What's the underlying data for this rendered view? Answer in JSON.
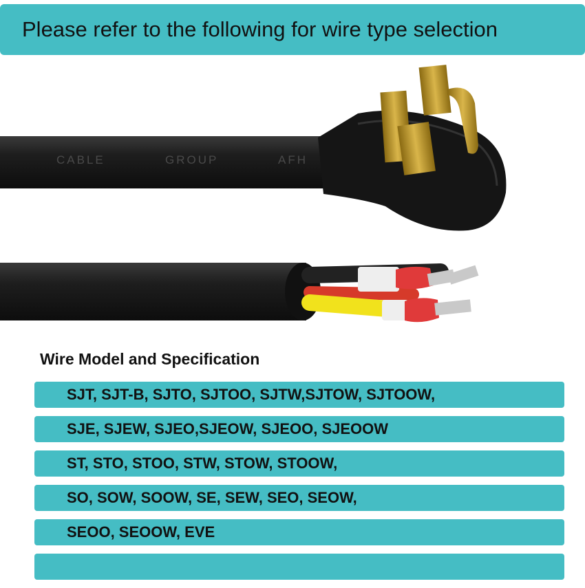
{
  "colors": {
    "accent": "#45bdc4",
    "cable": "#1c1c1c",
    "prong": "#b8952d"
  },
  "banner": {
    "text": "Please refer to the following for wire type selection"
  },
  "photo": {
    "cable_print": [
      "CABLE",
      "GROUP",
      "AFH"
    ],
    "icons": [
      "power-plug-icon",
      "stripped-cable-icon"
    ]
  },
  "spec": {
    "heading": "Wire Model and Specification",
    "rows": [
      "SJT, SJT-B, SJTO, SJTOO, SJTW,SJTOW, SJTOOW,",
      "SJE, SJEW, SJEO,SJEOW, SJEOO, SJEOOW",
      "ST, STO, STOO, STW, STOW, STOOW,",
      "SO, SOW, SOOW, SE, SEW, SEO, SEOW,",
      "SEOO, SEOOW, EVE",
      ""
    ]
  }
}
